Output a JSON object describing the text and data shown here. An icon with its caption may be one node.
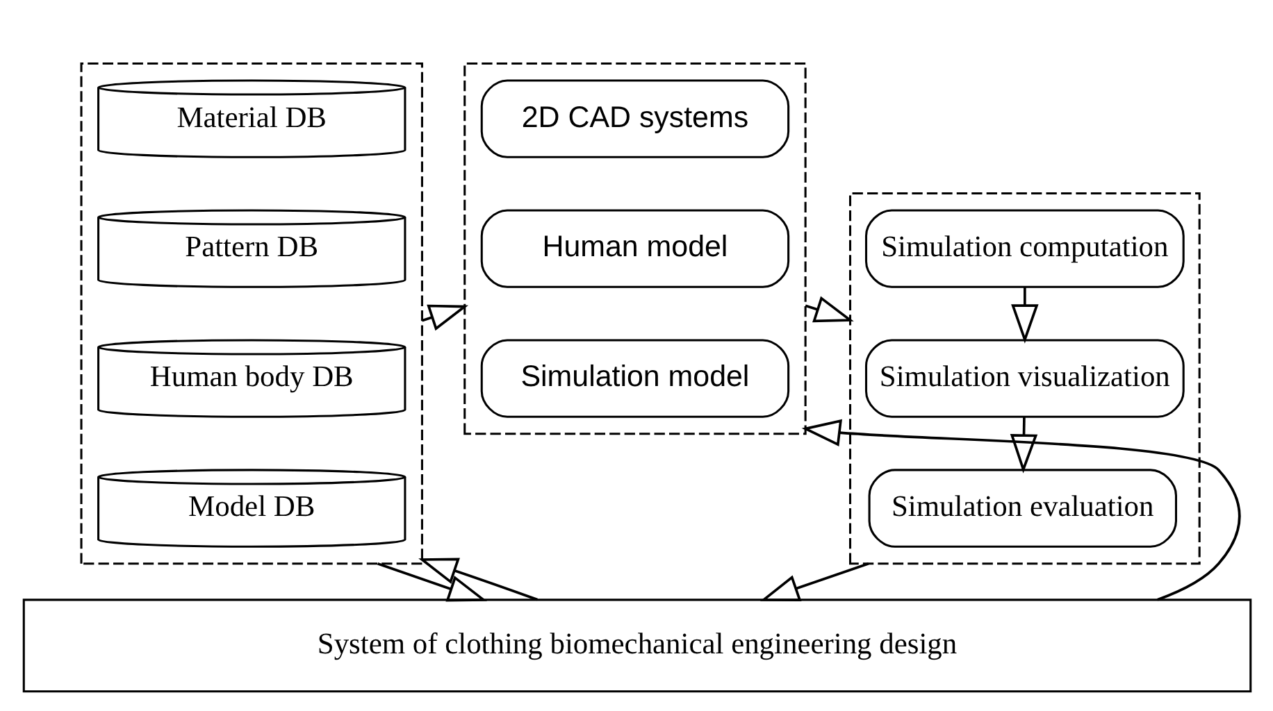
{
  "diagram": {
    "nodes": [
      {
        "text": [],
        "shape": "box"
      },
      {
        "text": [
          "Material DB"
        ],
        "in": 0
      },
      {
        "text": [
          "Pattern DB"
        ],
        "in": 0
      },
      {
        "text": [
          "Human body DB"
        ],
        "in": 0
      },
      {
        "text": [
          "Model DB"
        ],
        "in": 0
      },
      {
        "text": [],
        "shape": "box"
      },
      {
        "text": [
          "2D CAD systems"
        ],
        "in": 5
      },
      {
        "text": [
          "Human model"
        ],
        "in": 5
      },
      {
        "text": [
          "Simulation model"
        ],
        "in": 5
      },
      {
        "text": [],
        "shape": "box"
      },
      {
        "text": [
          "Simulation computation"
        ],
        "in": 9
      },
      {
        "text": [
          "Simulation visualization"
        ],
        "in": 9
      },
      {
        "text": [
          "Simulation evaluation"
        ],
        "in": 9
      },
      {
        "text": [
          "System of clothing biomechanical engineering design"
        ]
      }
    ],
    "edges": [
      {
        "from": 0,
        "to": 5,
        "arrow": "to"
      },
      {
        "from": 5,
        "to": 9,
        "arrow": "to"
      },
      {
        "from": 10,
        "to": 11,
        "arrow": "to"
      },
      {
        "from": 11,
        "to": 12,
        "arrow": "to"
      },
      {
        "from": 0,
        "to": 13,
        "arrow": "to"
      },
      {
        "from": 13,
        "to": 0,
        "arrow": "to"
      },
      {
        "from": 13,
        "to": 5,
        "arrow": "to"
      },
      {
        "from": 9,
        "to": 13,
        "arrow": "to"
      }
    ]
  }
}
